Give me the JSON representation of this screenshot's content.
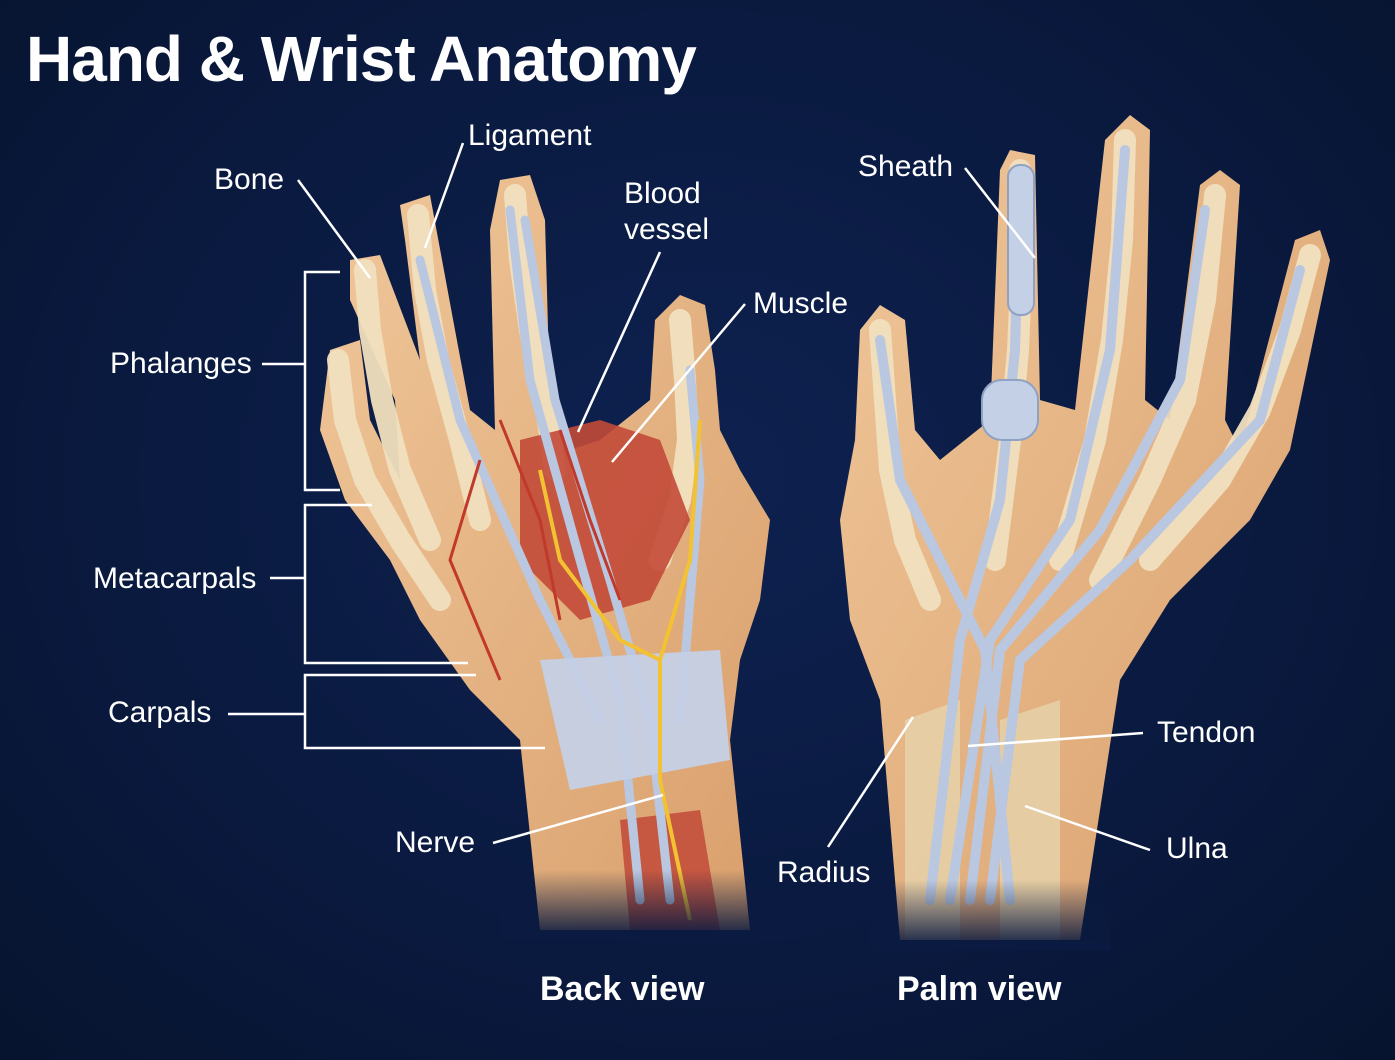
{
  "title": "Hand & Wrist Anatomy",
  "labels": {
    "bone": "Bone",
    "ligament": "Ligament",
    "blood_vessel_1": "Blood",
    "blood_vessel_2": "vessel",
    "muscle": "Muscle",
    "phalanges": "Phalanges",
    "metacarpals": "Metacarpals",
    "carpals": "Carpals",
    "nerve": "Nerve",
    "sheath": "Sheath",
    "tendon": "Tendon",
    "radius": "Radius",
    "ulna": "Ulna"
  },
  "views": {
    "back": "Back view",
    "palm": "Palm view"
  },
  "colors": {
    "background": "#0a1a40",
    "skin": "#e8b98a",
    "bone": "#efdcb8",
    "tendon": "#b9c7e0",
    "muscle": "#c9503c",
    "vessel": "#c0392b",
    "nerve": "#f2c233",
    "leader_line": "#ffffff"
  }
}
